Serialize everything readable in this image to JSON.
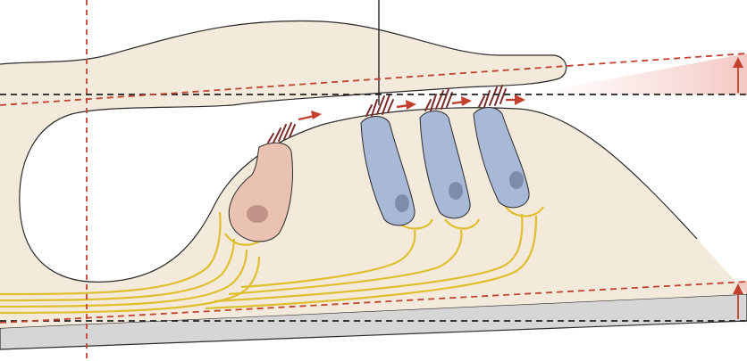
{
  "diagram": {
    "kind": "cochlear organ of Corti cross-section schematic",
    "labels": [],
    "colors": {
      "background": "#ffffff",
      "tissue": "#f3eadb",
      "tissue_outline": "#2b2b2b",
      "basilar_membrane": "#d6d6d6",
      "inner_hair_cell": "#e9c2b2",
      "inner_hair_cell_nucleus": "#b88a80",
      "outer_hair_cell": "#a7b9d6",
      "outer_hair_cell_nucleus": "#7e8ca9",
      "stereocilia": "#7a2d2b",
      "nerve_fiber": "#e0bf2e",
      "deflection_arrow": "#c2412f",
      "reference_line_red": "#c2412f",
      "reference_line_black": "#222222",
      "shift_band": "#f7d9d5"
    },
    "components": [
      "tectorial-membrane",
      "basilar-membrane",
      "inner-hair-cell",
      "outer-hair-cell-1",
      "outer-hair-cell-2",
      "outer-hair-cell-3",
      "afferent-nerve-fibers",
      "stereocilia-deflection-arrows",
      "probe-line",
      "rotation-reference-lines",
      "displacement-arrows"
    ]
  }
}
